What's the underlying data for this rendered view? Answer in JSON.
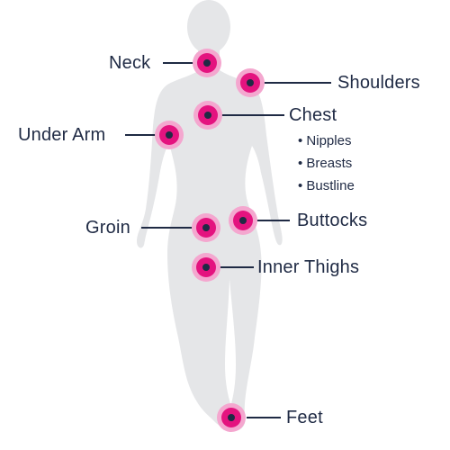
{
  "labels": {
    "neck": "Neck",
    "shoulders": "Shoulders",
    "chest": "Chest",
    "under_arm": "Under Arm",
    "buttocks": "Buttocks",
    "groin": "Groin",
    "inner_thighs": "Inner Thighs",
    "feet": "Feet"
  },
  "chest_sub_items": [
    "• Nipples",
    "• Breasts",
    "• Bustline"
  ],
  "colors": {
    "silhouette": "#e5e6e8",
    "marker_outer": "#f4a7cf",
    "marker_mid": "#e4137f",
    "marker_center": "#1f2a44",
    "leader_line": "#1f2a44",
    "text": "#1f2a44"
  }
}
